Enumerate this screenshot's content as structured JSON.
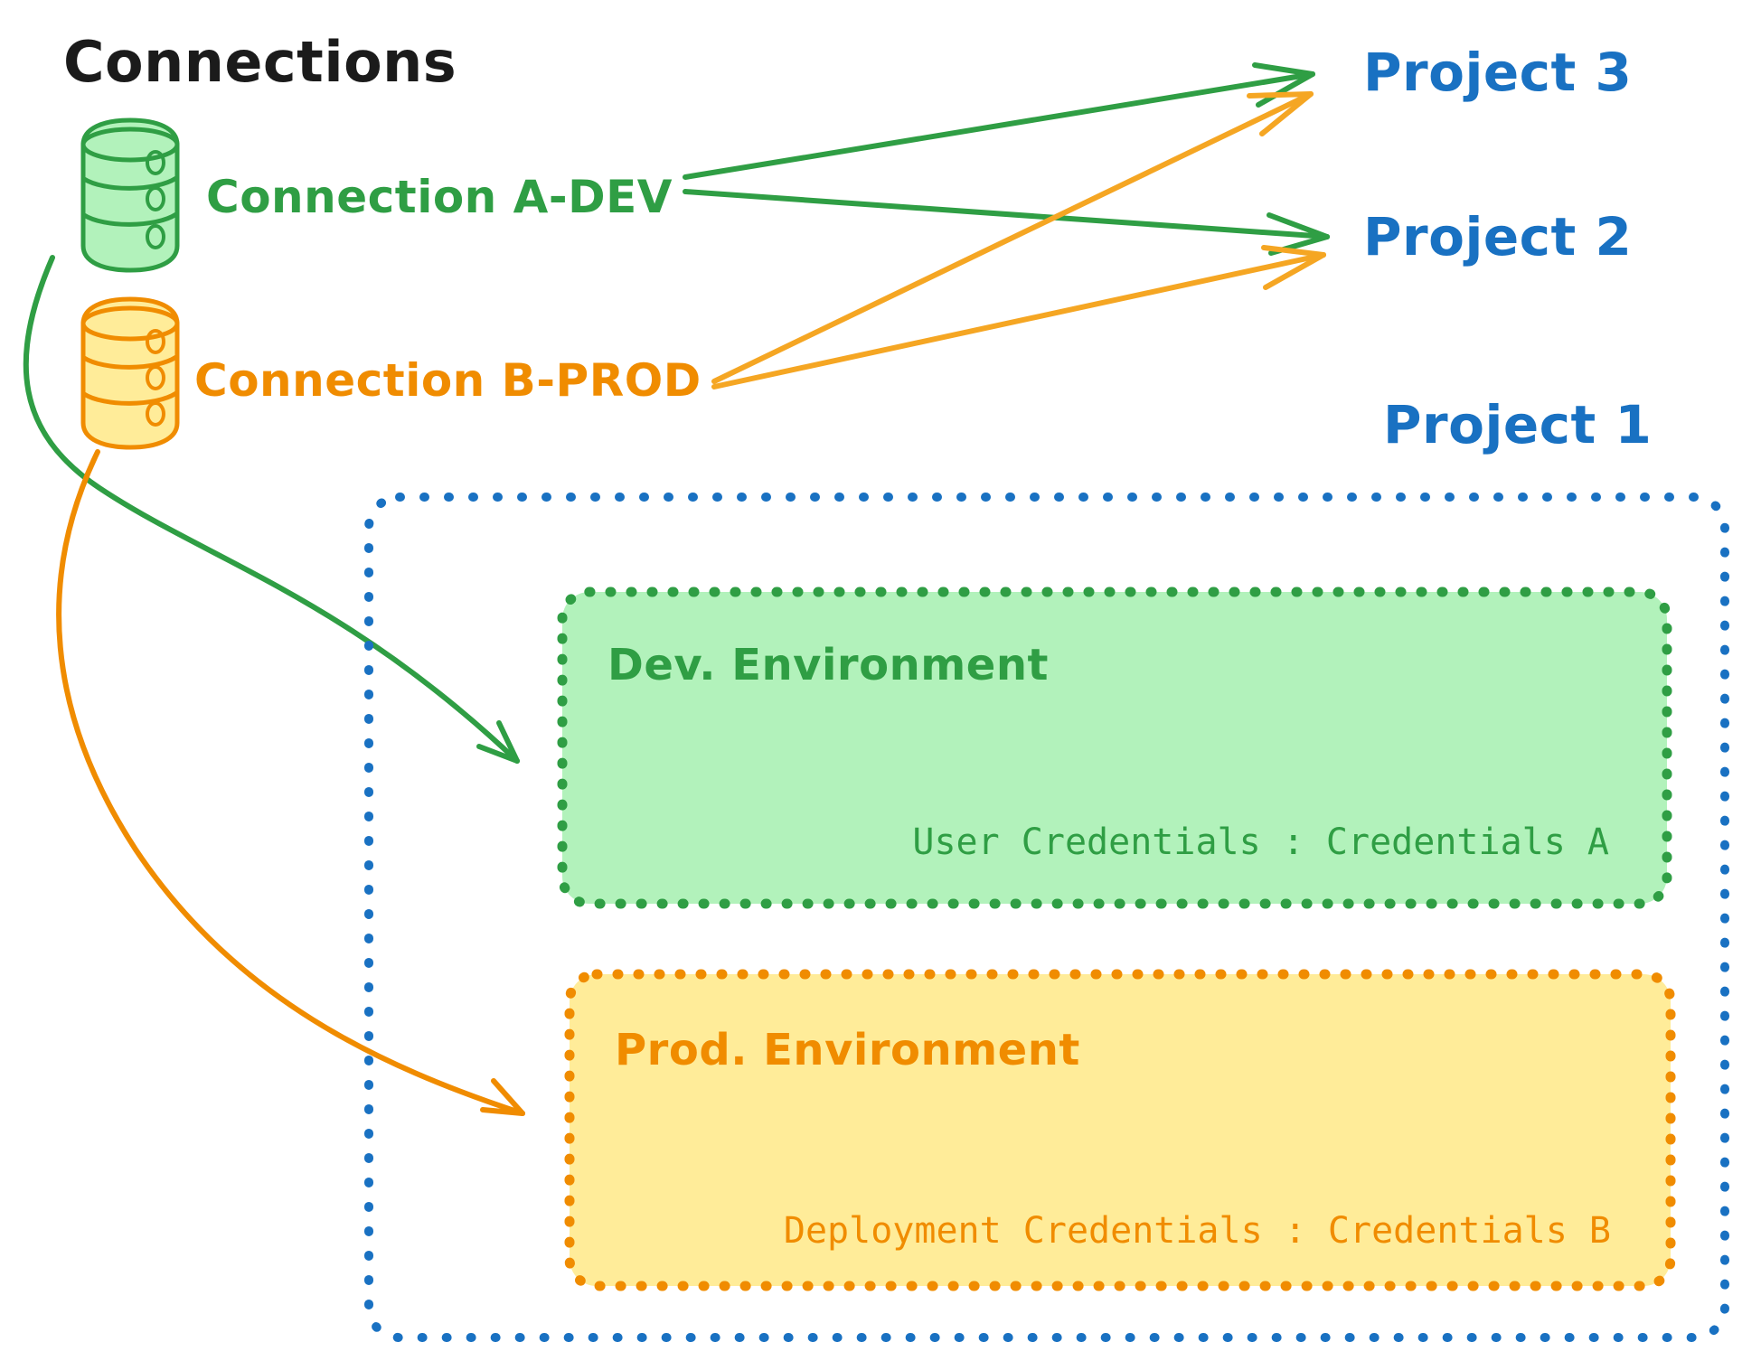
{
  "title": "Connections",
  "colors": {
    "title": "#1b1b1b",
    "green": "#2f9e44",
    "green_fill": "#b2f2bb",
    "orange": "#f08c00",
    "orange_fill": "#ffec99",
    "blue": "#1971c2"
  },
  "connections": [
    {
      "id": "connection-a-dev",
      "label": "Connection A-DEV",
      "color": "#2f9e44",
      "fill": "#b2f2bb",
      "icon": "database-icon"
    },
    {
      "id": "connection-b-prod",
      "label": "Connection B-PROD",
      "color": "#f08c00",
      "fill": "#ffec99",
      "icon": "database-icon"
    }
  ],
  "projects": [
    {
      "id": "project-3",
      "label": "Project 3"
    },
    {
      "id": "project-2",
      "label": "Project 2"
    },
    {
      "id": "project-1",
      "label": "Project 1"
    }
  ],
  "project_container": {
    "label": "Project 1",
    "border_color": "#1971c2",
    "environments": [
      {
        "id": "dev-environment",
        "label": "Dev. Environment",
        "color": "#2f9e44",
        "fill": "#b2f2bb",
        "credential_key": "User Credentials",
        "credential_separator": ":",
        "credential_value": "Credentials A",
        "credential_line": "User Credentials : Credentials A"
      },
      {
        "id": "prod-environment",
        "label": "Prod. Environment",
        "color": "#f08c00",
        "fill": "#ffec99",
        "credential_key": "Deployment Credentials",
        "credential_separator": ":",
        "credential_value": "Credentials B",
        "credential_line": "Deployment Credentials : Credentials B"
      }
    ]
  },
  "edges": [
    {
      "id": "edge-a-dev-to-project-3",
      "from": "Connection A-DEV",
      "to": "Project 3",
      "color": "#2f9e44"
    },
    {
      "id": "edge-a-dev-to-project-2",
      "from": "Connection A-DEV",
      "to": "Project 2",
      "color": "#2f9e44"
    },
    {
      "id": "edge-b-prod-to-project-3",
      "from": "Connection B-PROD",
      "to": "Project 3",
      "color": "#f5a623"
    },
    {
      "id": "edge-b-prod-to-project-2",
      "from": "Connection B-PROD",
      "to": "Project 2",
      "color": "#f5a623"
    },
    {
      "id": "edge-a-dev-to-dev-environment",
      "from": "Connection A-DEV",
      "to": "Dev. Environment",
      "color": "#2f9e44"
    },
    {
      "id": "edge-b-prod-to-prod-environment",
      "from": "Connection B-PROD",
      "to": "Prod. Environment",
      "color": "#f08c00"
    }
  ]
}
